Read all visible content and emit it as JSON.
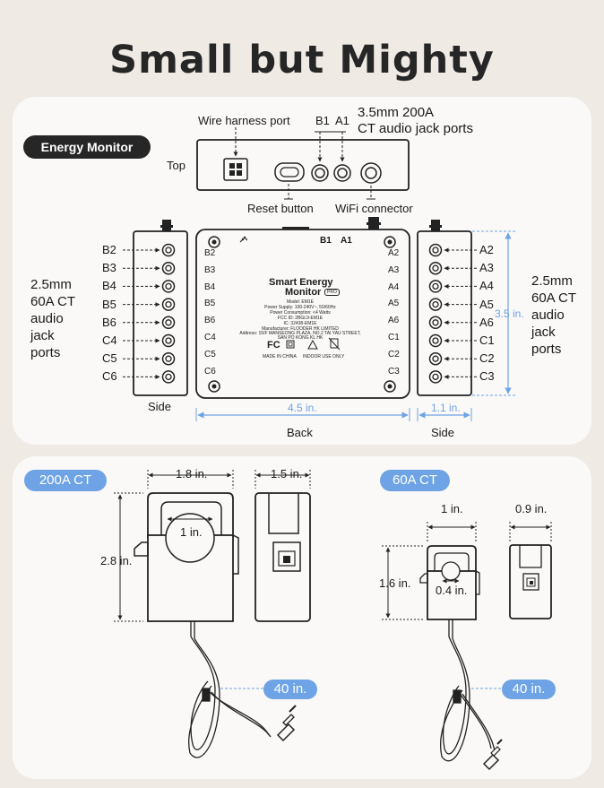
{
  "title": "Small but Mighty",
  "monitor_section": {
    "badge": "Energy Monitor",
    "top_view_label": "Top",
    "wire_harness_label": "Wire harness port",
    "b1_label": "B1",
    "a1_label": "A1",
    "ct_ports_line1": "3.5mm 200A",
    "ct_ports_line2": "CT audio jack ports",
    "reset_label": "Reset button",
    "wifi_label": "WiFi connector",
    "left_ports": [
      "B2",
      "B3",
      "B4",
      "B5",
      "B6",
      "C4",
      "C5",
      "C6"
    ],
    "right_ports": [
      "A2",
      "A3",
      "A4",
      "A5",
      "A6",
      "C1",
      "C2",
      "C3"
    ],
    "left_desc": [
      "2.5mm",
      "60A CT",
      "audio",
      "jack",
      "ports"
    ],
    "right_desc": [
      "2.5mm",
      "60A CT",
      "audio",
      "jack",
      "ports"
    ],
    "face_left_labels": [
      "B2",
      "B3",
      "B4",
      "B5",
      "B6",
      "C4",
      "C5",
      "C6"
    ],
    "face_right_labels": [
      "A2",
      "A3",
      "A4",
      "A5",
      "A6",
      "C1",
      "C2",
      "C3"
    ],
    "face_b1": "B1",
    "face_a1": "A1",
    "face_title": "Smart Energy",
    "face_title2": "Monitor",
    "face_pro": "PRO",
    "face_model": "Model: EM1E",
    "face_power_supply": "Power Supply: 100-240V~, 50/60Hz",
    "face_power_consumption": "Power Consumption: <4 Watts",
    "face_fcc": "FCC ID: 2BGL9-EM1E",
    "face_ic": "IC: 32438-EM1E",
    "face_manufacturer": "Manufacturer: FLOODER HK LIMITED",
    "face_address1": "Address: 15/F MANSEONG PLAZA, NO.2 TAI YAU STREET,",
    "face_address2": "SAN PO KONG KL HK",
    "face_made_in": "MADE IN CHINA",
    "face_indoor": "INDOOR USE ONLY",
    "face_fc": "FC",
    "side_label_left": "Side",
    "side_label_right": "Side",
    "back_label": "Back",
    "width_dim": "4.5 in.",
    "height_dim": "3.5 in.",
    "depth_dim": "1.1 in."
  },
  "ct_section": {
    "ct200": {
      "badge": "200A CT",
      "width": "1.8 in.",
      "depth": "1.5 in.",
      "hole": "1 in.",
      "height": "2.8 in.",
      "cable": "40 in."
    },
    "ct60": {
      "badge": "60A CT",
      "width": "1 in.",
      "depth": "0.9 in.",
      "hole": "0.4 in.",
      "height": "1.6 in.",
      "cable": "40 in."
    }
  },
  "colors": {
    "accent_blue": "#6ea3e5",
    "dark": "#262626",
    "panel": "#faf9f7",
    "background": "#efeae4"
  }
}
